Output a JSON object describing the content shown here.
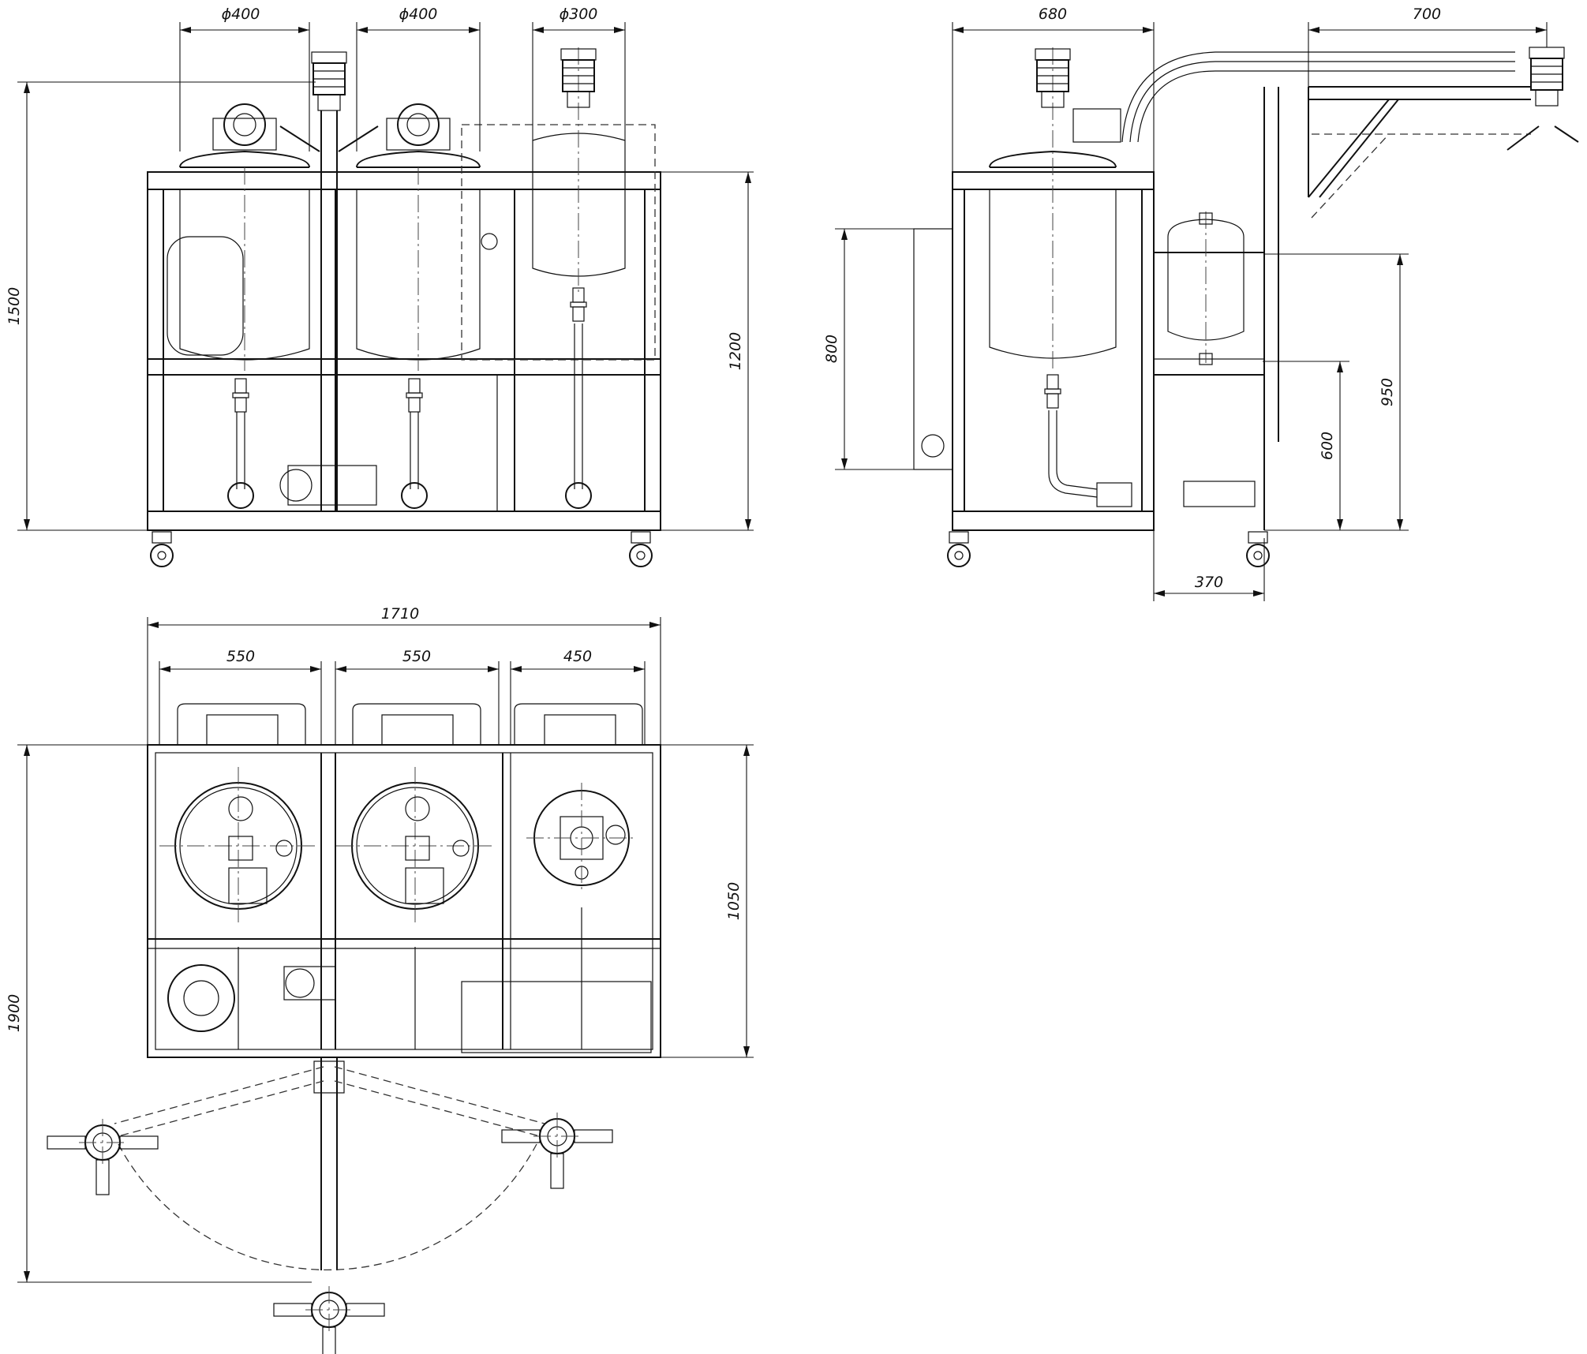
{
  "dimensions": {
    "front": {
      "tank1_diameter": "ϕ400",
      "tank2_diameter": "ϕ400",
      "tank3_diameter": "ϕ300",
      "overall_height": "1500",
      "frame_height": "1200"
    },
    "side": {
      "depth": "680",
      "arm_reach": "700",
      "panel_height": "800",
      "arm_height": "950",
      "pump_height": "600",
      "pump_offset": "370"
    },
    "plan": {
      "overall_width": "1710",
      "bay1_width": "550",
      "bay2_width": "550",
      "bay3_width": "450",
      "frame_depth": "1050",
      "overall_depth": "1900"
    }
  },
  "colors": {
    "line": "#111111",
    "background": "#ffffff"
  }
}
